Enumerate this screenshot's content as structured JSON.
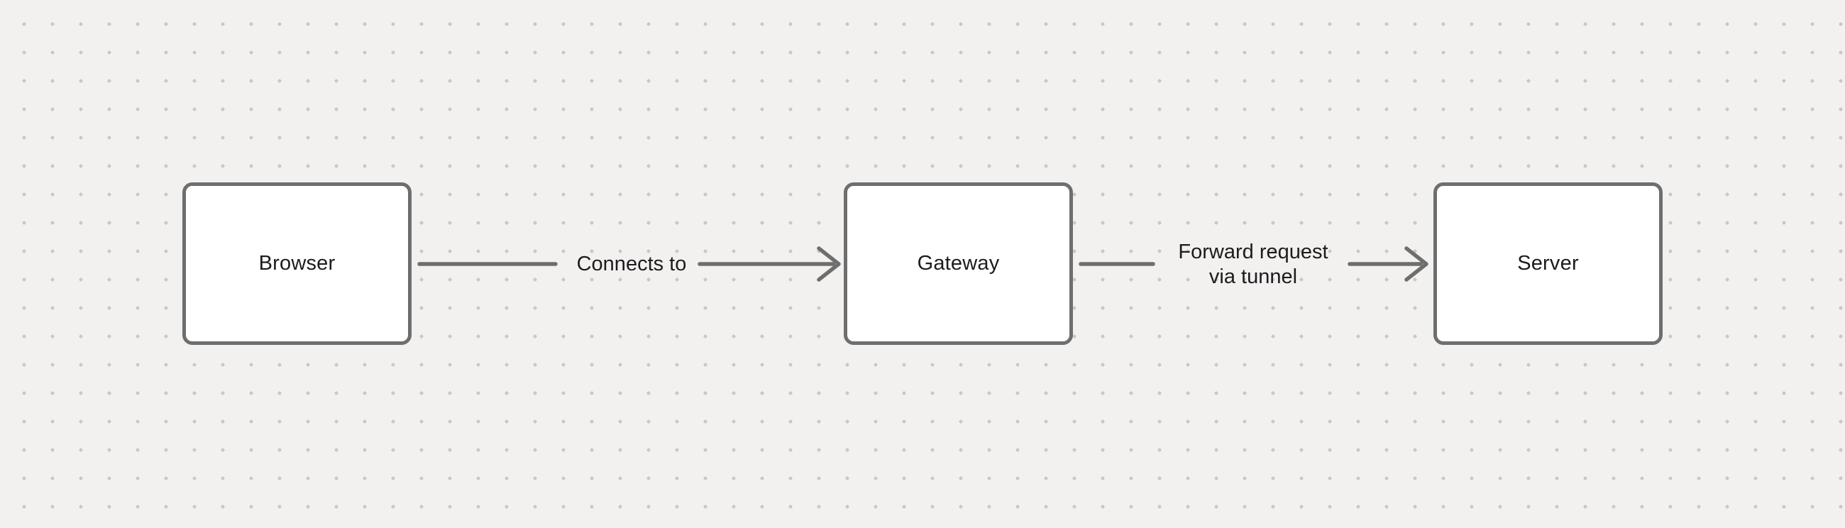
{
  "canvas": {
    "background": "#f2f1ef",
    "dot_color": "#c9c8c6"
  },
  "style": {
    "node_fill": "#ffffff",
    "stroke_color": "#6e6e6e",
    "text_color": "#1c1c1e"
  },
  "nodes": [
    {
      "id": "browser",
      "label": "Browser"
    },
    {
      "id": "gateway",
      "label": "Gateway"
    },
    {
      "id": "server",
      "label": "Server"
    }
  ],
  "edges": [
    {
      "id": "browser-gateway",
      "from": "browser",
      "to": "gateway",
      "label": "Connects to"
    },
    {
      "id": "gateway-server",
      "from": "gateway",
      "to": "server",
      "label": "Forward request\nvia tunnel"
    }
  ]
}
